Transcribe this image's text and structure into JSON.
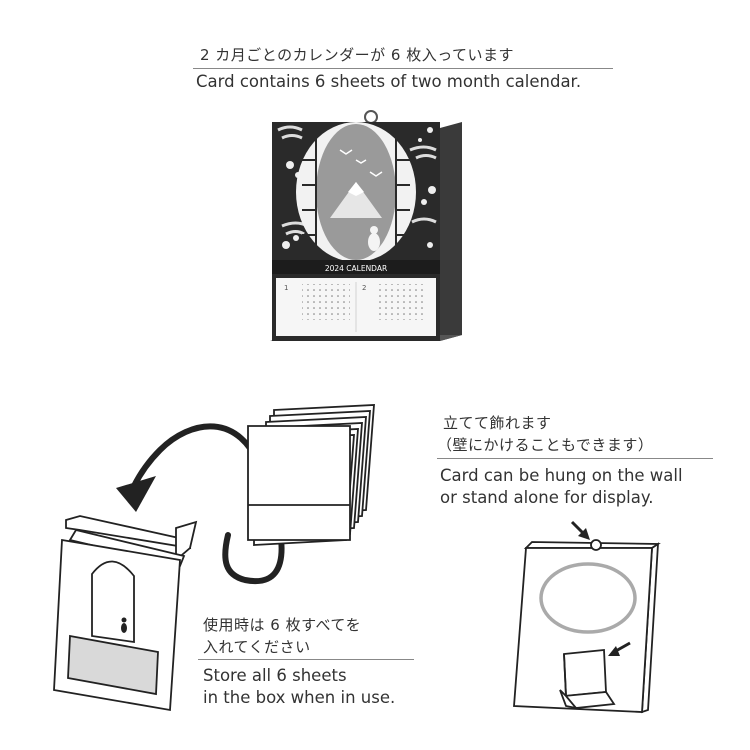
{
  "top": {
    "jp": "2 カ月ごとのカレンダーが 6 枚入っています",
    "en": "Card contains 6 sheets of two month calendar."
  },
  "product": {
    "banner": "2024 CALENDAR",
    "month1": "1",
    "month2": "2"
  },
  "stand": {
    "jp_line1": "立てて飾れます",
    "jp_line2": "（壁にかけることもできます）",
    "en_line1": "Card can be hung on the wall",
    "en_line2": "or stand alone for display."
  },
  "store": {
    "jp_line1": "使用時は 6 枚すべてを",
    "jp_line2": "入れてください",
    "en_line1": "Store all 6 sheets",
    "en_line2": "in the box when in use."
  },
  "colors": {
    "dark_frame": "#2a2a2a",
    "scene_sky": "#9a9a9a",
    "label_gray": "#d9d9d9",
    "line": "#222222"
  }
}
